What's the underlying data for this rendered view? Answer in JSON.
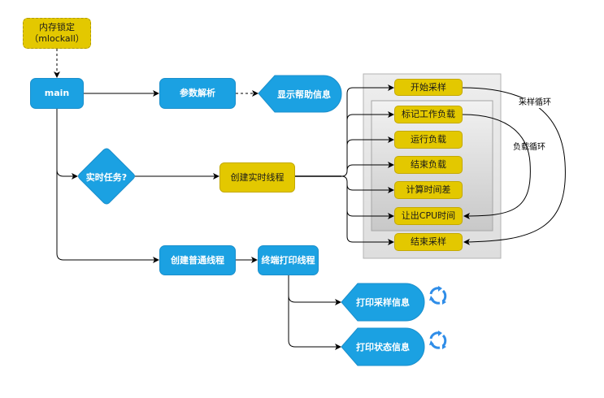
{
  "colors": {
    "blue_fill": "#1ba1e2",
    "blue_stroke": "#1b8fcc",
    "yellow_fill": "#e3c800",
    "yellow_stroke": "#c4a900",
    "refresh_icon": "#2f8de8",
    "edge": "#000000"
  },
  "nodes": {
    "mlock": {
      "line1": "内存锁定",
      "line2": "（mlockall）"
    },
    "main": "main",
    "parse_args": "参数解析",
    "show_help": "显示帮助信息",
    "rt_task": "实时任务?",
    "create_rt_thread": "创建实时线程",
    "create_normal_thread": "创建普通线程",
    "terminal_print_thread": "终端打印线程",
    "print_sample_info": "打印采样信息",
    "print_status_info": "打印状态信息"
  },
  "rt_steps": [
    "开始采样",
    "标记工作负载",
    "运行负载",
    "结束负载",
    "计算时间差",
    "让出CPU时间",
    "结束采样"
  ],
  "loops": {
    "sample_loop": "采样循环",
    "load_loop": "负载循环"
  }
}
